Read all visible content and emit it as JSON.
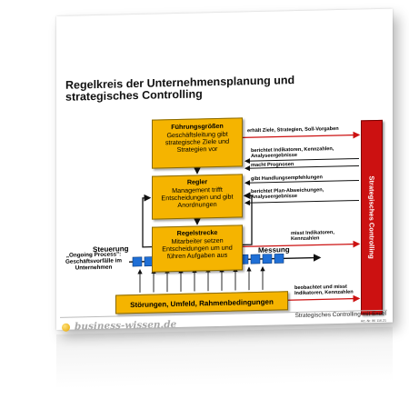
{
  "title": "Regelkreis der Unternehmensplanung und strategisches Controlling",
  "boxes": {
    "fuehrung": {
      "heading": "Führungsgrößen",
      "text": "Geschäftsleitung gibt strategische Ziele und Strategien vor"
    },
    "regler": {
      "heading": "Regler",
      "text": "Management trifft Entscheidungen und gibt Anordnungen"
    },
    "regelstrecke": {
      "heading": "Regelstrecke",
      "text": "Mitarbeiter setzen Entscheidungen um und führen Aufgaben aus"
    },
    "stoerungen": {
      "heading": "Störungen, Umfeld, Rahmenbedingungen"
    }
  },
  "controlling_bar": "Strategisches Controlling",
  "arrow_labels": {
    "ziele": "erhält Ziele, Strategien, Soll-Vorgaben",
    "berichtet1": "berichtet Indikatoren, Kennzahlen, Analyseergebnisse",
    "prognosen": "macht Prognosen",
    "empfehlungen": "gibt Handlungsempfehlungen",
    "berichtet2": "berichtet Plan-Abweichungen, Analyseergebnisse",
    "misst": "misst Indikatoren, Kennzahlen",
    "beobachtet": "beobachtet und misst Indikatoren, Kennzahlen"
  },
  "side_labels": {
    "steuerung": "Steuerung",
    "messung": "Messung"
  },
  "ongoing": "„Ongoing Process\": Geschäftsvorfälle im Unternehmen",
  "footer": {
    "brand": "business-wissen.de",
    "doc_title": "Strategisches Controlling mit Excel",
    "article": "Art.-Nr. 86 116.21"
  },
  "colors": {
    "box": "#f5b400",
    "controlling": "#cc1111",
    "process": "#1f6fd6",
    "arrow_red": "#cc1111"
  }
}
